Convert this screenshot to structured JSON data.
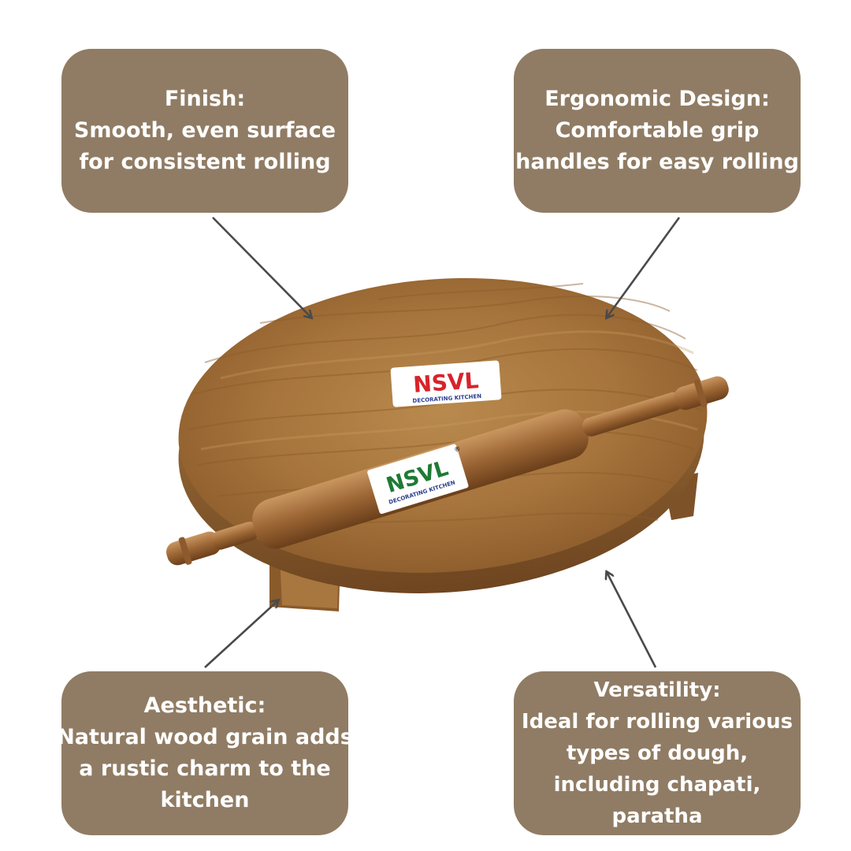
{
  "callouts": {
    "finish": {
      "title": "Finish:",
      "line1": "Smooth, even surface",
      "line2": "for consistent rolling"
    },
    "ergonomic": {
      "title": "Ergonomic Design:",
      "line1": "Comfortable grip",
      "line2": "handles for easy rolling"
    },
    "aesthetic": {
      "title": "Aesthetic:",
      "line1": "Natural wood grain adds",
      "line2": "a rustic charm to the",
      "line3": "kitchen"
    },
    "versatility": {
      "title": "Versatility:",
      "line1": "Ideal for rolling various",
      "line2": "types of dough,",
      "line3": "including chapati,",
      "line4": "paratha"
    }
  },
  "brand": {
    "logo_text": "NSVL",
    "tagline": "DECORATING KITCHEN",
    "registered": "®"
  },
  "colors": {
    "callout_bg": "#907c64",
    "callout_text": "#ffffff",
    "arrow": "#4a4a4a",
    "wood_light": "#b8884a",
    "wood_dark": "#7a4e24"
  }
}
